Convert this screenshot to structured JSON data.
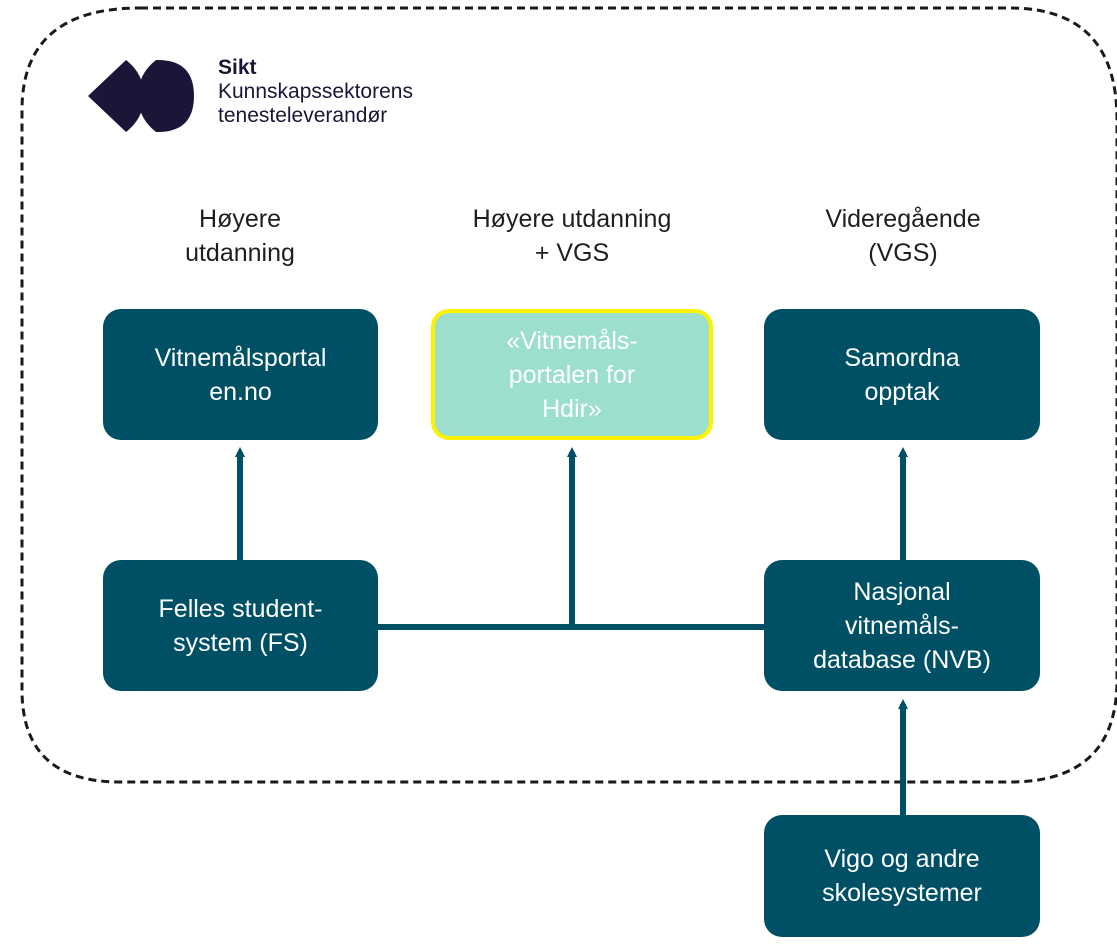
{
  "brand": {
    "name": "Sikt",
    "line1": "Kunnskapssektorens",
    "line2": "tenesteleverandør"
  },
  "columns": {
    "left": {
      "line1": "Høyere",
      "line2": "utdanning"
    },
    "middle": {
      "line1": "Høyere utdanning",
      "line2": "+ VGS"
    },
    "right": {
      "line1": "Videregående",
      "line2": "(VGS)"
    }
  },
  "nodes": {
    "vitnemalsportalen": "Vitnemålsportal\nen.no",
    "hdir_portal": "«Vitnemåls-\nportalen for\nHdir»",
    "samordna_opptak": "Samordna\nopptak",
    "fs": "Felles student-\nsystem (FS)",
    "nvb": "Nasjonal\nvitnemåls-\ndatabase (NVB)",
    "vigo": "Vigo og andre\nskolesystemer"
  },
  "colors": {
    "node": "#005065",
    "highlight_fill": "#9cdfcc",
    "highlight_border": "#fff200",
    "brand": "#1b1638"
  }
}
